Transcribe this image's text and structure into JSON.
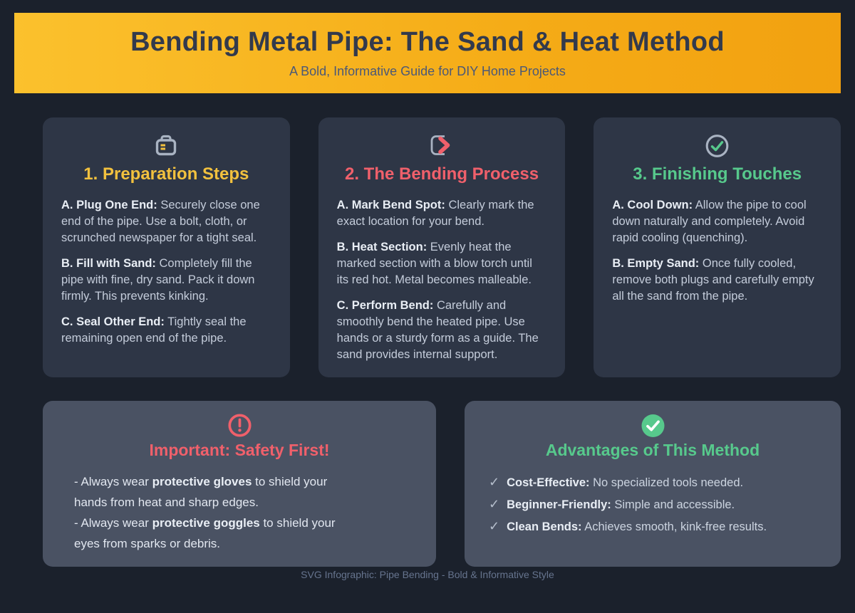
{
  "page": {
    "background": "#1b212c",
    "footer": "SVG Infographic: Pipe Bending - Bold & Informative Style"
  },
  "header": {
    "title": "Bending Metal Pipe: The Sand & Heat Method",
    "subtitle": "A Bold, Informative Guide for DIY Home Projects",
    "gradient_left": "#fbc12d",
    "gradient_right": "#f2a110",
    "title_color": "#333a4c",
    "subtitle_color": "#4a5878"
  },
  "colors": {
    "card_bg": "#2e3646",
    "panel_bg": "#4a5263",
    "body_text": "#c4ccda",
    "bold_text": "#e9eef5",
    "icon_gray": "#a9b3c2",
    "yellow": "#f2c13e",
    "red": "#f0606b",
    "green": "#57c98c"
  },
  "steps": [
    {
      "icon": "toolbox",
      "accent": "#f2c13e",
      "title": "1. Preparation Steps",
      "items": [
        {
          "label": "A. Plug One End:",
          "text": "Securely close one end of the pipe. Use a bolt, cloth, or scrunched newspaper for a tight seal."
        },
        {
          "label": "B. Fill with Sand:",
          "text": "Completely fill the pipe with fine, dry sand. Pack it down firmly. This prevents kinking."
        },
        {
          "label": "C. Seal Other End:",
          "text": "Tightly seal the remaining open end of the pipe."
        }
      ]
    },
    {
      "icon": "arrow-box",
      "accent": "#f0606b",
      "title": "2. The Bending Process",
      "items": [
        {
          "label": "A. Mark Bend Spot:",
          "text": "Clearly mark the exact location for your bend."
        },
        {
          "label": "B. Heat Section:",
          "text": "Evenly heat the marked section with a blow torch until its red hot. Metal becomes malleable."
        },
        {
          "label": "C. Perform Bend:",
          "text": "Carefully and smoothly bend the heated pipe. Use hands or a sturdy form as a guide. The sand provides internal support."
        }
      ]
    },
    {
      "icon": "circle-check",
      "accent": "#57c98c",
      "title": "3. Finishing Touches",
      "items": [
        {
          "label": "A. Cool Down:",
          "text": "Allow the pipe to cool down naturally and completely. Avoid rapid cooling (quenching)."
        },
        {
          "label": "B. Empty Sand:",
          "text": "Once fully cooled, remove both plugs and carefully empty all the sand from the pipe."
        }
      ]
    }
  ],
  "safety": {
    "icon": "alert",
    "accent": "#f0606b",
    "title": "Important: Safety First!",
    "lines": [
      {
        "pre": "- Always wear ",
        "bold": "protective gloves",
        "post": " to shield your hands from heat and sharp edges."
      },
      {
        "pre": "- Always wear ",
        "bold": "protective goggles",
        "post": " to shield your eyes from sparks or debris."
      }
    ]
  },
  "advantages": {
    "icon": "check-badge",
    "accent": "#57c98c",
    "title": "Advantages of This Method",
    "check_glyph": "✓",
    "items": [
      {
        "label": "Cost-Effective:",
        "text": "No specialized tools needed."
      },
      {
        "label": "Beginner-Friendly:",
        "text": "Simple and accessible."
      },
      {
        "label": "Clean Bends:",
        "text": "Achieves smooth, kink-free results."
      }
    ]
  }
}
